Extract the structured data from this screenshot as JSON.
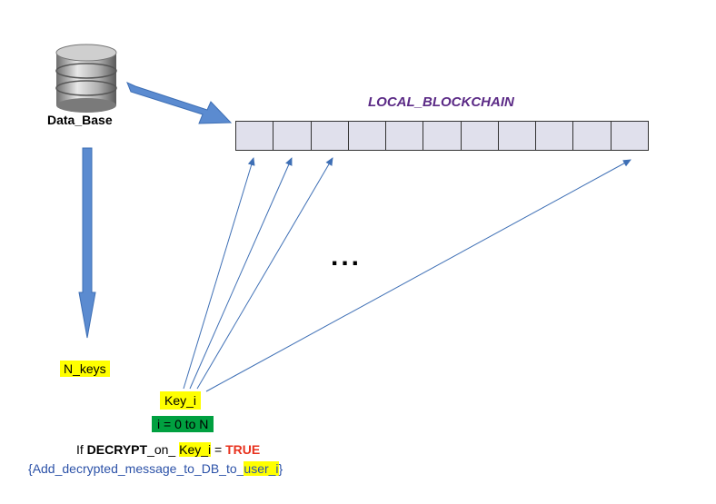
{
  "database": {
    "label": "Data_Base",
    "icon": "database-icon"
  },
  "blockchain": {
    "title": "LOCAL_BLOCKCHAIN",
    "block_count": 11
  },
  "ellipsis": "...",
  "n_keys": "N_keys",
  "key": {
    "label": "Key_i",
    "range": "i = 0 to N"
  },
  "condition": {
    "prefix": "If ",
    "function": "DECRYPT",
    "mid": "_on_ ",
    "key": "Key_i",
    "equals": " = ",
    "result": "TRUE"
  },
  "action": {
    "open": "{",
    "text": "Add_decrypted_message_to_DB_to_",
    "user": "user_i",
    "close": "}"
  },
  "colors": {
    "arrow_fill": "#5b8bd0",
    "arrow_line": "#3e6fb5",
    "highlight": "#ffff00",
    "range_bg": "#00a040",
    "true_text": "#e8321e",
    "title_purple": "#5b2a86"
  }
}
